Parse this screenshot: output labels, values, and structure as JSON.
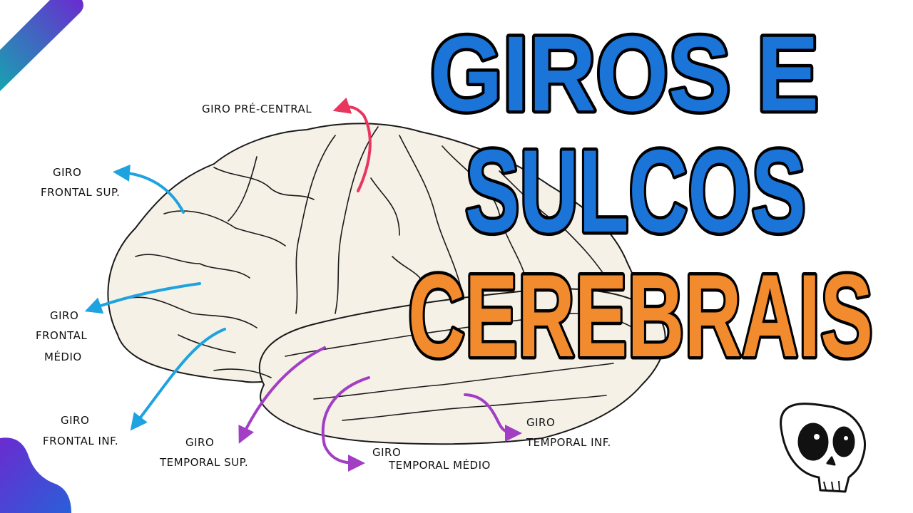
{
  "title": {
    "line1": "GIROS E",
    "line2": "SULCOS",
    "line3": "CEREBRAIS"
  },
  "labels": {
    "precentral": "GIRO PRÉ-CENTRAL",
    "frontal_sup": [
      "GIRO",
      "FRONTAL SUP."
    ],
    "frontal_mid": [
      "GIRO",
      "FRONTAL",
      "MÉDIO"
    ],
    "frontal_inf": [
      "GIRO",
      "FRONTAL INF."
    ],
    "temporal_sup": [
      "GIRO",
      "TEMPORAL SUP."
    ],
    "temporal_mid": [
      "GIRO",
      "TEMPORAL MÉDIO"
    ],
    "temporal_inf": [
      "GIRO",
      "TEMPORAL INF."
    ]
  },
  "colors": {
    "blue_title": "#1b74d8",
    "orange_title": "#f28a2e",
    "frontal_arrow": "#1ea3e0",
    "precentral_arrow": "#e8365f",
    "temporal_arrow": "#a23ec4",
    "brain_fill": "#f6f1e7"
  }
}
